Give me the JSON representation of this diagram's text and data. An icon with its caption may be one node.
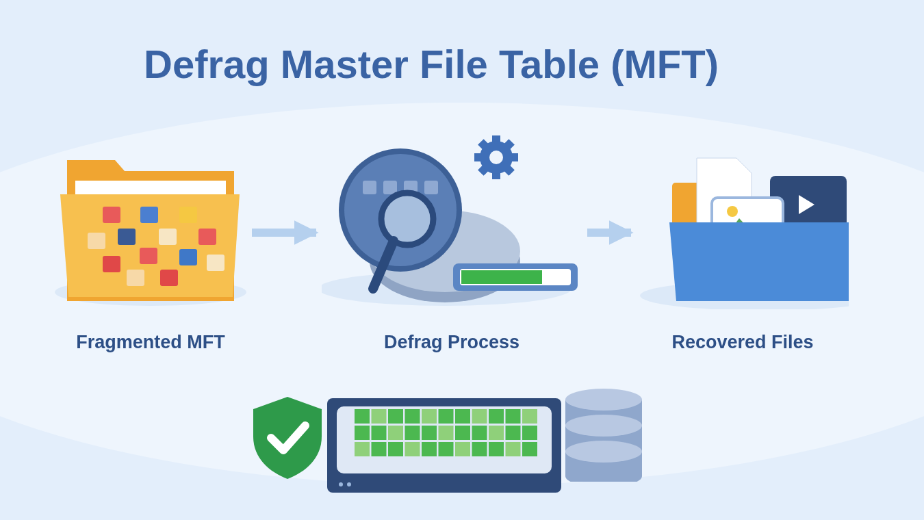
{
  "diagram": {
    "title": "Defrag Master File Table (MFT)",
    "nodes": [
      {
        "text": [
          "Fragmented MFT"
        ]
      },
      {
        "text": [
          "Defrag Process"
        ]
      },
      {
        "text": [
          "Recovered Files"
        ]
      }
    ],
    "edges": [
      {
        "from": 0,
        "to": 1,
        "arrow": "to"
      },
      {
        "from": 1,
        "to": 2,
        "arrow": "to"
      }
    ]
  }
}
